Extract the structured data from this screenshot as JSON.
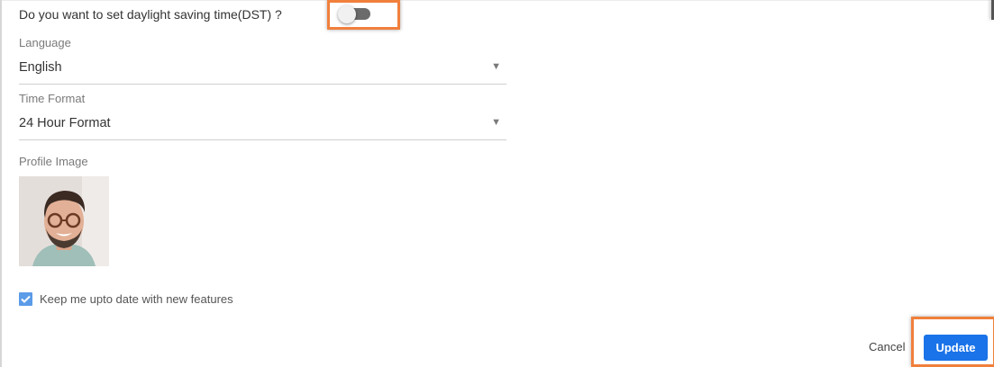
{
  "dst": {
    "question": "Do you want to set daylight saving time(DST) ?",
    "enabled": false
  },
  "language": {
    "label": "Language",
    "value": "English"
  },
  "time_format": {
    "label": "Time Format",
    "value": "24 Hour Format"
  },
  "profile_image": {
    "label": "Profile Image"
  },
  "newsletter": {
    "label": "Keep me upto date with new features",
    "checked": true
  },
  "actions": {
    "cancel_label": "Cancel",
    "update_label": "Update"
  },
  "colors": {
    "primary": "#1a73e8",
    "checkbox": "#5b9be8",
    "highlight": "#f0803c",
    "toggle_track": "#6b6b6b"
  },
  "icons": {
    "caret": "▼",
    "check": "check-icon"
  }
}
